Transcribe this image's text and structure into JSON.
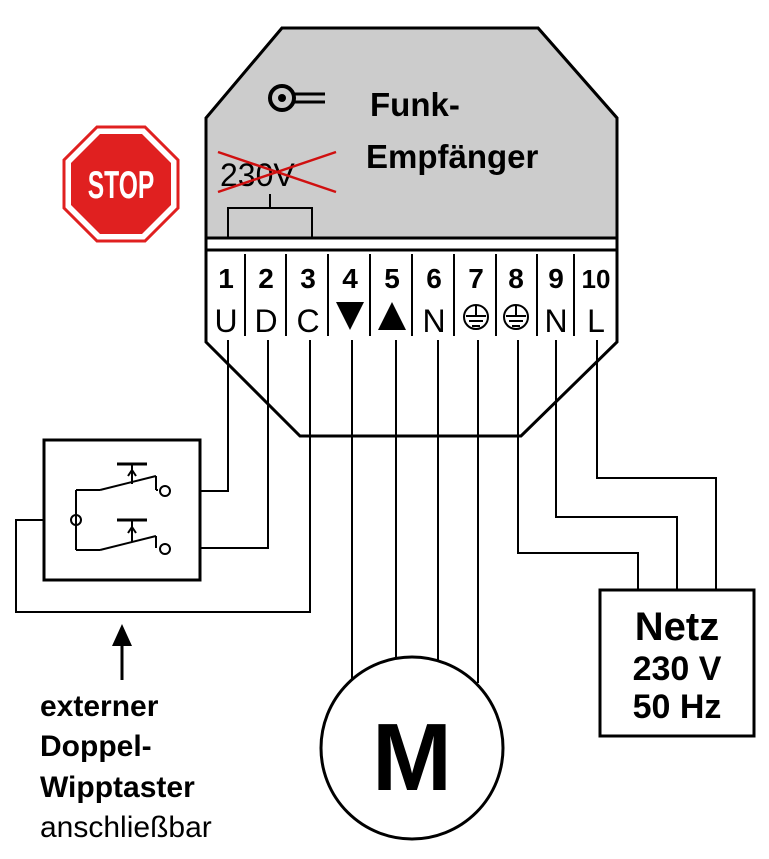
{
  "receiver": {
    "title_line1": "Funk-",
    "title_line2": "Empfänger",
    "voltage_label": "230V",
    "body_color": "#cccccc"
  },
  "terminals": [
    {
      "number": "1",
      "code": "U"
    },
    {
      "number": "2",
      "code": "D"
    },
    {
      "number": "3",
      "code": "C"
    },
    {
      "number": "4",
      "code": "",
      "icon": "triangle-down-icon"
    },
    {
      "number": "5",
      "code": "",
      "icon": "triangle-up-icon"
    },
    {
      "number": "6",
      "code": "N"
    },
    {
      "number": "7",
      "code": "",
      "icon": "ground-icon"
    },
    {
      "number": "8",
      "code": "",
      "icon": "ground-icon"
    },
    {
      "number": "9",
      "code": "N"
    },
    {
      "number": "10",
      "code": "L"
    }
  ],
  "stop_sign": {
    "text": "STOP",
    "color": "#e02020"
  },
  "power": {
    "line1": "Netz",
    "line2": "230 V",
    "line3": "50 Hz"
  },
  "motor": {
    "label": "M"
  },
  "switch_caption": {
    "line1": "externer",
    "line2": "Doppel-",
    "line3": "Wipptaster",
    "line4": "anschließbar"
  },
  "icons": [
    "stop-sign-icon",
    "antenna-icon",
    "arrow-up-icon",
    "switch-contact-icon"
  ]
}
